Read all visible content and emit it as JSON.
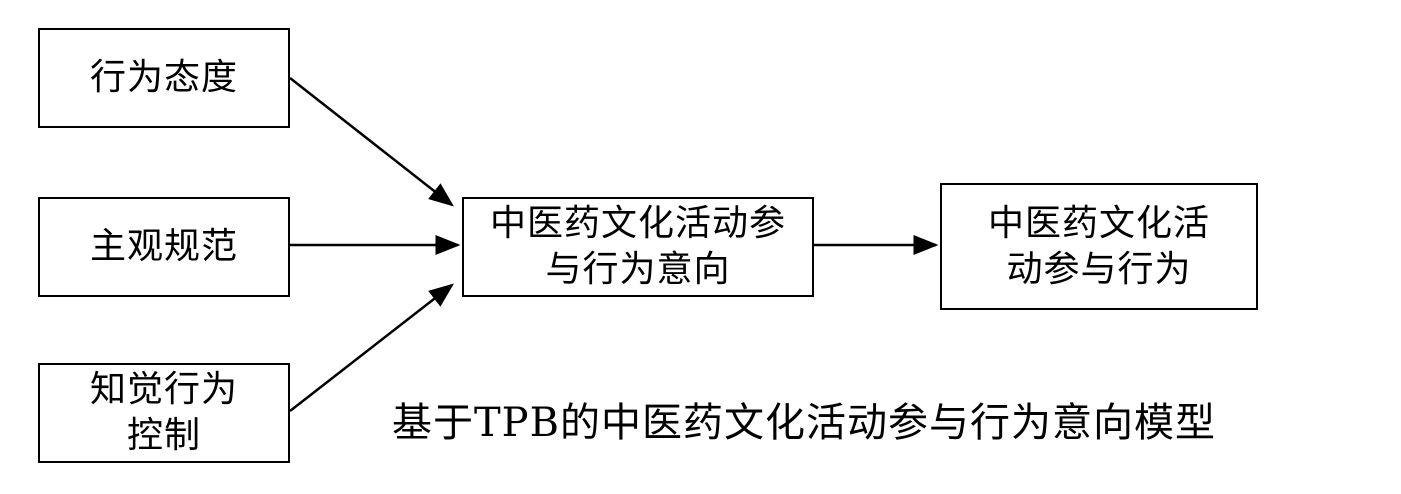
{
  "diagram": {
    "nodes": [
      {
        "id": "attitude",
        "label": "行为态度"
      },
      {
        "id": "norm",
        "label": "主观规范"
      },
      {
        "id": "control",
        "label": "知觉行为控制"
      },
      {
        "id": "intention",
        "label": "中医药文化活动参与行为意向"
      },
      {
        "id": "behavior",
        "label": "中医药文化活动参与行为"
      }
    ],
    "edges": [
      {
        "from": "attitude",
        "to": "intention"
      },
      {
        "from": "norm",
        "to": "intention"
      },
      {
        "from": "control",
        "to": "intention"
      },
      {
        "from": "intention",
        "to": "behavior"
      }
    ],
    "caption": "基于TPB的中医药文化活动参与行为意向模型",
    "colors": {
      "line": "#000000",
      "box_border": "#000000",
      "background": "#ffffff"
    }
  }
}
